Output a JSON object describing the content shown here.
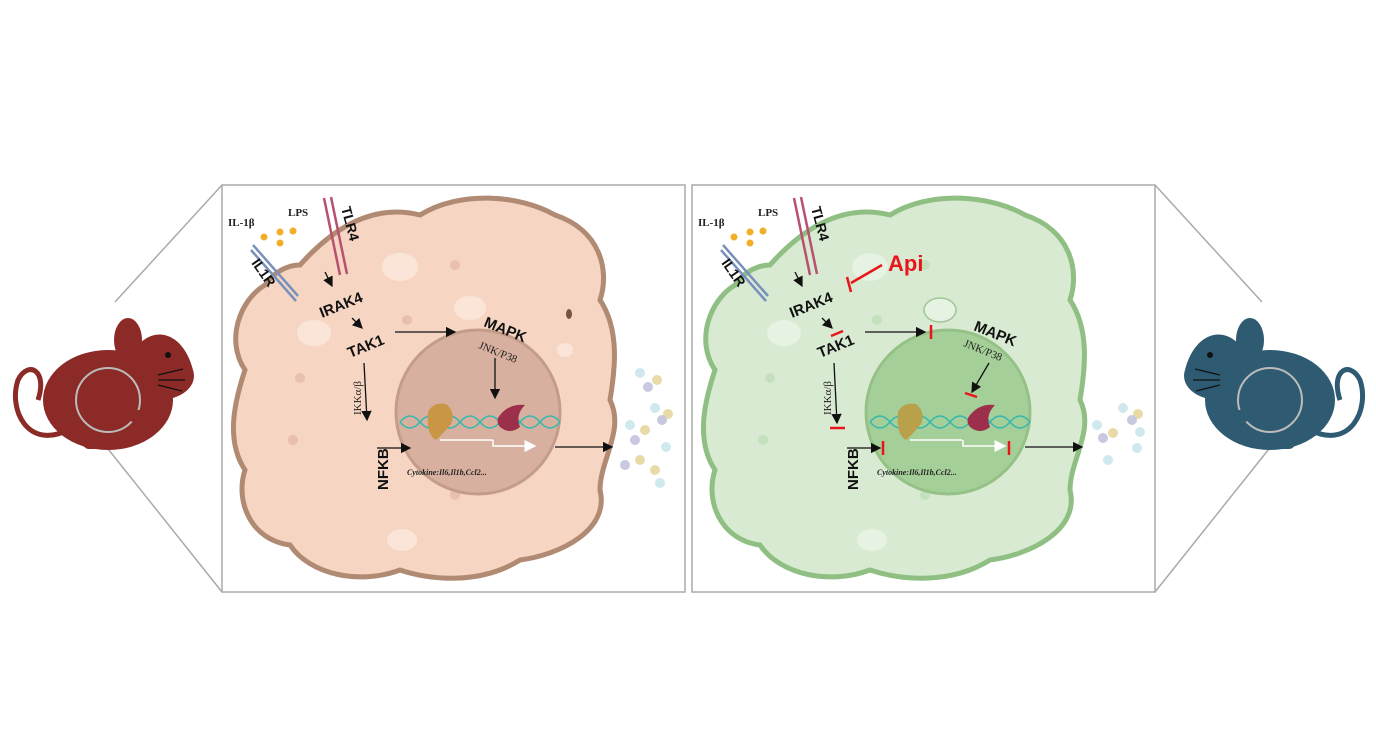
{
  "panels": [
    {
      "id": "untreated",
      "labels": {
        "il1b": "IL-1β",
        "lps": "LPS",
        "tlr4": "TLR4",
        "il1r": "IL1R",
        "irak4": "IRAK4",
        "tak1": "TAK1",
        "mapk": "MAPK",
        "jnk": "JNK/P38",
        "ikk": "IKKα/β",
        "nfkb": "NFKB",
        "cytokine": "Cytokine:Il6,Il1b,Ccl2..."
      }
    },
    {
      "id": "api-treated",
      "labels": {
        "il1b": "IL-1β",
        "lps": "LPS",
        "tlr4": "TLR4",
        "il1r": "IL1R",
        "irak4": "IRAK4",
        "tak1": "TAK1",
        "mapk": "MAPK",
        "jnk": "JNK/P38",
        "ikk": "IKKα/β",
        "nfkb": "NFKB",
        "cytokine": "Cytokine:Il6,Il1b,Ccl2...",
        "inhibitor": "Api"
      }
    }
  ],
  "colors": {
    "mouse_left": "#8b2a26",
    "mouse_right": "#2e5a72",
    "cell_left": "#f6d6c3",
    "cell_left_border": "#b08a72",
    "cell_right": "#d8ead2",
    "cell_right_border": "#8fbf83",
    "inhibit": "#e8161c"
  }
}
